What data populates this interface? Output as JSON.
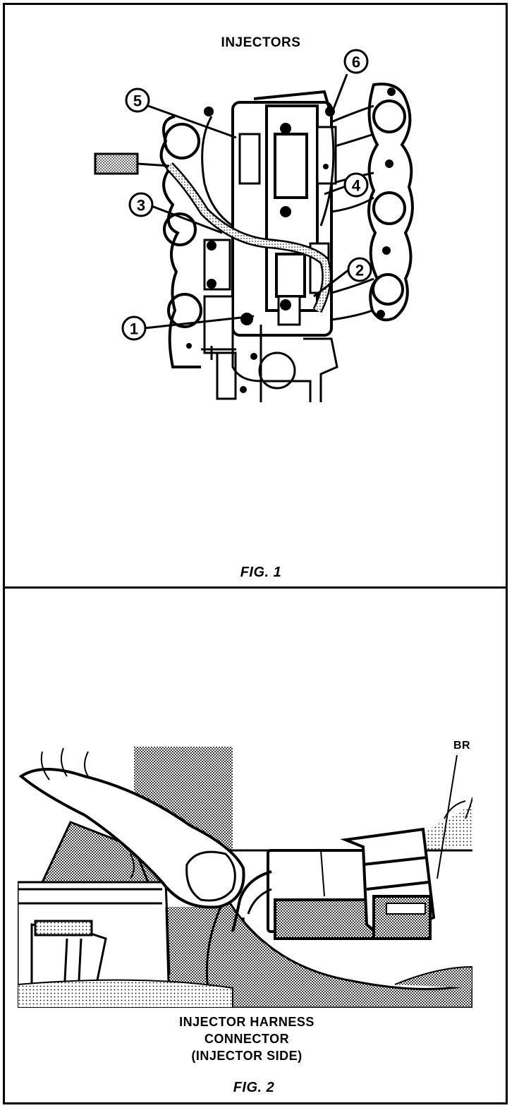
{
  "fig1": {
    "title": "INJECTORS",
    "caption": "FIG. 1",
    "callouts": [
      "1",
      "2",
      "3",
      "4",
      "5",
      "6"
    ]
  },
  "fig2": {
    "label_br": "BR",
    "caption_line1": "INJECTOR HARNESS",
    "caption_line2": "CONNECTOR",
    "caption_line3": "(INJECTOR SIDE)",
    "caption": "FIG. 2"
  }
}
